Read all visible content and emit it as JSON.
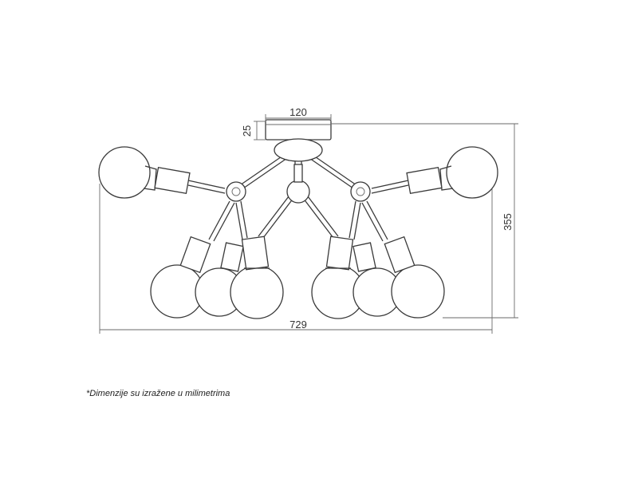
{
  "dimensions": {
    "canopy_width": "120",
    "canopy_height": "25",
    "total_height": "355",
    "total_width": "729"
  },
  "note": "*Dimenzije su izražene u milimetrima"
}
